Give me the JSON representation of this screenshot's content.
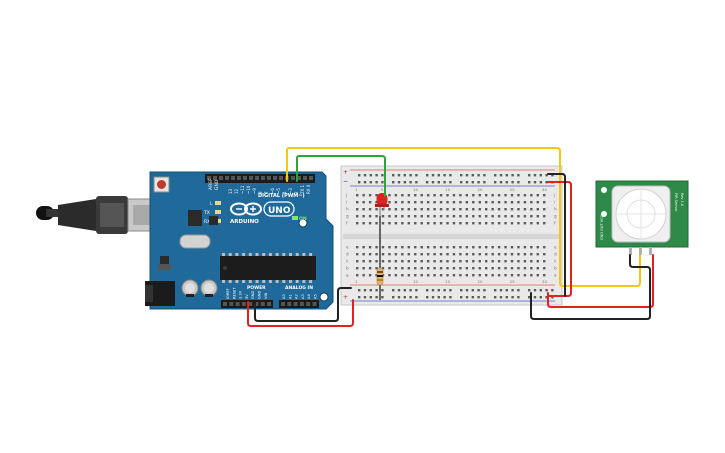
{
  "arduino": {
    "brand": "ARDUINO",
    "model": "UNO",
    "digital_label": "DIGITAL (PWM~)",
    "power_label": "POWER",
    "analog_label": "ANALOG IN",
    "on_label": "ON",
    "tx_label": "TX",
    "rx_label": "RX",
    "l_label": "L",
    "aref_label": "AREF",
    "gnd_label": "GND",
    "digital_pins": [
      "13",
      "12",
      "~11",
      "~10",
      "~9",
      "8",
      "7",
      "~6",
      "~5",
      "4",
      "~3",
      "2",
      "TX 1",
      "RX 0"
    ],
    "power_pins": [
      "IOREF",
      "RESET",
      "3.3V",
      "5V",
      "GND",
      "GND",
      "VIN"
    ],
    "analog_pins": [
      "A0",
      "A1",
      "A2",
      "A3",
      "A4",
      "A5"
    ]
  },
  "breadboard": {
    "rows_left": [
      "j",
      "i",
      "h",
      "g",
      "f"
    ],
    "rows_right": [
      "e",
      "d",
      "c",
      "b",
      "a"
    ],
    "columns": [
      "1",
      "5",
      "10",
      "15",
      "20",
      "25",
      "30"
    ]
  },
  "pir": {
    "side_text_a": "PIR Sensor",
    "side_text_b": "Rev 1.0",
    "pin_text": "GND  OUT  VCC"
  },
  "colors": {
    "board_blue": "#1f6a9a",
    "wire_red": "#e8201d",
    "wire_black": "#222222",
    "wire_yellow": "#f2c814",
    "wire_green": "#2aa63a",
    "led_red": "#d8251f",
    "pir_green": "#2f8a49"
  }
}
